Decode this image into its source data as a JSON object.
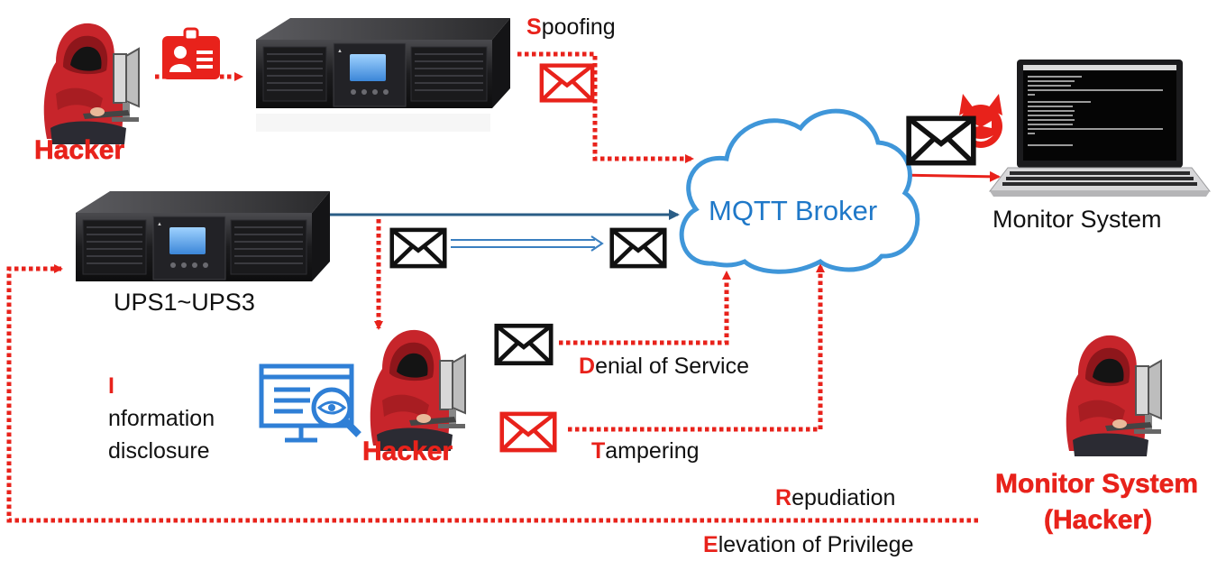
{
  "labels": {
    "mqtt_broker": "MQTT Broker",
    "monitor_system": "Monitor System",
    "ups_group": "UPS1~UPS3",
    "hacker_top_left": "Hacker",
    "hacker_center": "Hacker",
    "monitor_system_hacker_line1": "Monitor System",
    "monitor_system_hacker_line2": "(Hacker)"
  },
  "threats": {
    "spoofing": {
      "initial": "S",
      "rest": "poofing"
    },
    "denial_of_service": {
      "initial": "D",
      "rest": "enial of Service"
    },
    "tampering": {
      "initial": "T",
      "rest": "ampering"
    },
    "repudiation": {
      "initial": "R",
      "rest": "epudiation"
    },
    "elevation_of_privilege": {
      "initial": "E",
      "rest": "levation of Privilege"
    },
    "information_disclosure": {
      "initial": "I",
      "line1_rest": "nformation",
      "line2": "disclosure"
    }
  },
  "icons": {
    "hacker": "hooded-hacker-icon",
    "ups": "ups-device-icon",
    "cloud": "cloud-icon",
    "laptop": "laptop-icon",
    "envelope": "envelope-icon",
    "id_card": "id-card-icon",
    "devil": "devil-icon",
    "eye_monitor": "monitor-eye-icon"
  },
  "colors": {
    "threat_red": "#e8221b",
    "broker_blue": "#1f78c8",
    "flow_blue": "#2a5d86",
    "text": "#111111"
  }
}
